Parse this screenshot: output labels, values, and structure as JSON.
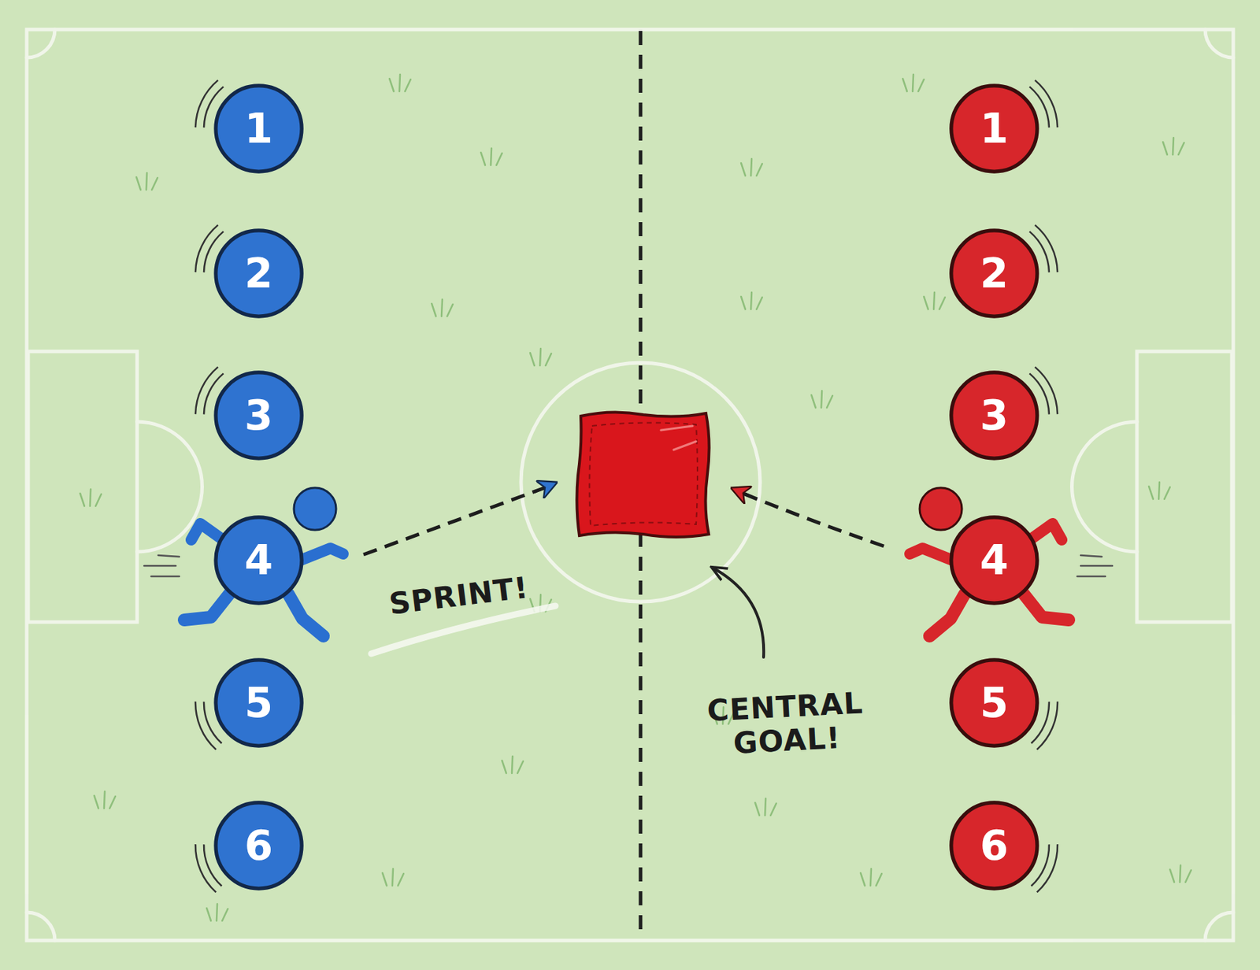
{
  "diagram": {
    "nodes": [
      {
        "text": [
          "1"
        ]
      },
      {
        "text": [
          "1"
        ]
      },
      {
        "text": [
          "2"
        ]
      },
      {
        "text": [
          "2"
        ]
      },
      {
        "text": [
          "3"
        ]
      },
      {
        "text": [
          "3"
        ]
      },
      {
        "text": [
          "4"
        ]
      },
      {
        "text": [
          "4"
        ]
      },
      {
        "text": [
          "5"
        ]
      },
      {
        "text": [
          "5"
        ]
      },
      {
        "text": [
          "6"
        ]
      },
      {
        "text": [
          "6"
        ]
      }
    ],
    "labels": [
      "SPRINT!",
      "CENTRAL GOAL!"
    ]
  }
}
